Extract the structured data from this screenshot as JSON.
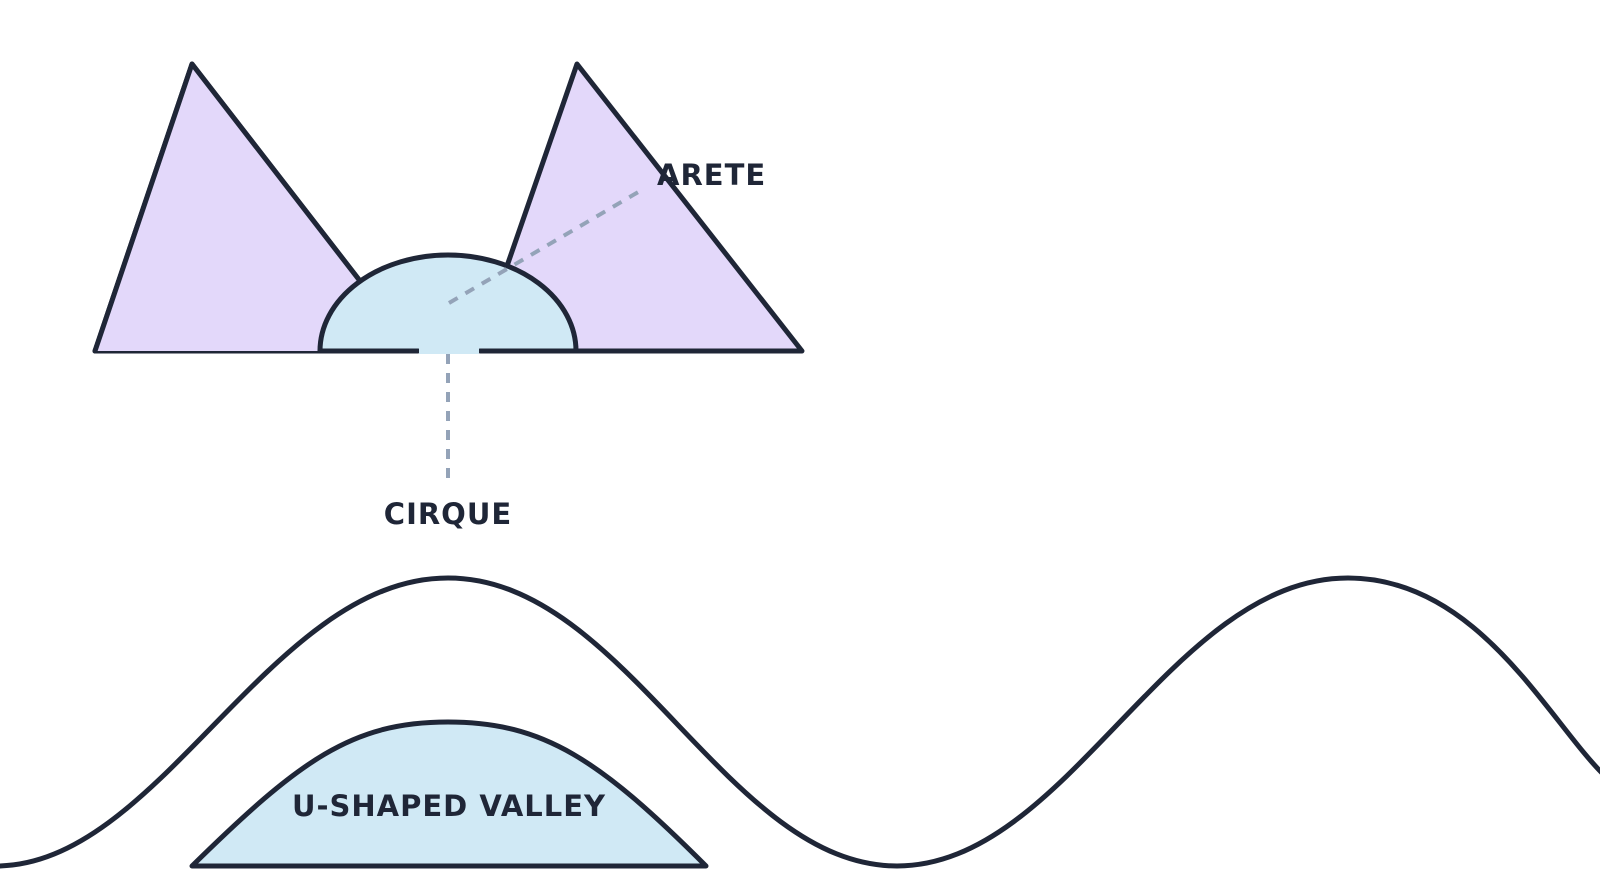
{
  "labels": {
    "arete": "ARETE",
    "cirque": "CIRQUE",
    "valley": "U-SHAPED VALLEY"
  },
  "colors": {
    "stroke": "#1f2637",
    "peak_fill": "#e3d8fa",
    "ice_fill": "#d0e9f5",
    "leader": "#94a3b8",
    "text": "#1f2637"
  }
}
